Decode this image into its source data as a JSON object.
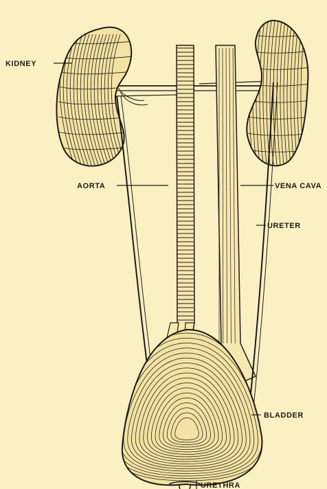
{
  "diagram": {
    "labels": {
      "kidney": "KIDNEY",
      "aorta": "AORTA",
      "vena_cava": "VENA CAVA",
      "ureter": "URETER",
      "bladder": "BLADDER",
      "urethra": "URETHRA"
    },
    "colors": {
      "background": "#fbf0c2",
      "ink": "#1d1a14"
    }
  }
}
